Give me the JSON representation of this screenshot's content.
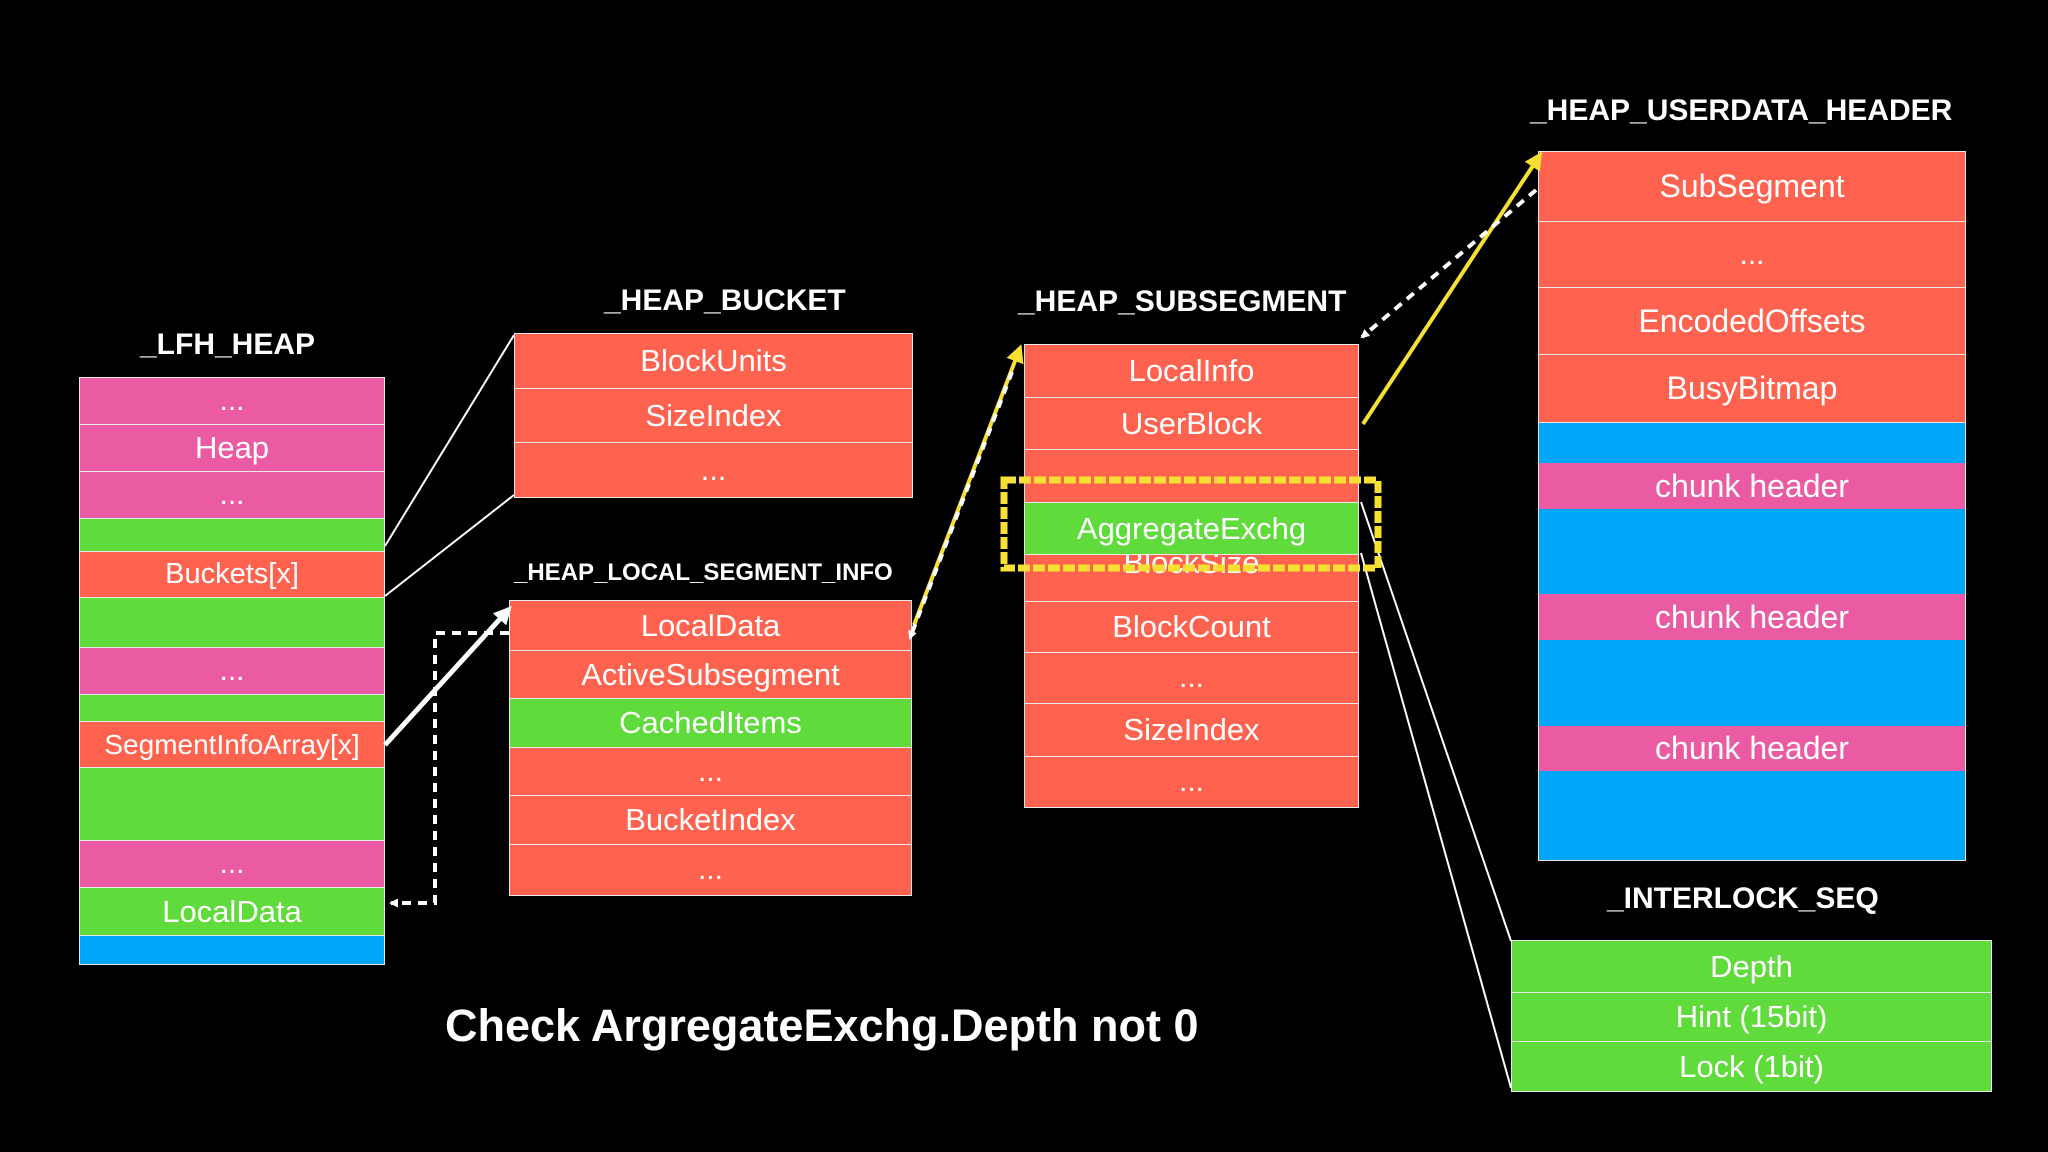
{
  "colors": {
    "red": "#ff634f",
    "pink": "#ea5ba3",
    "green": "#5fdb3c",
    "blue": "#00a6f7",
    "yellow": "#f7e034",
    "white": "#ffffff",
    "background": "#000000"
  },
  "lfh_heap": {
    "title": "_LFH_HEAP",
    "cells": [
      {
        "text": "...",
        "color": "pink"
      },
      {
        "text": "Heap",
        "color": "pink"
      },
      {
        "text": "...",
        "color": "pink"
      },
      {
        "text": "",
        "color": "green"
      },
      {
        "text": "Buckets[x]",
        "color": "red"
      },
      {
        "text": "",
        "color": "green"
      },
      {
        "text": "...",
        "color": "pink"
      },
      {
        "text": "",
        "color": "green"
      },
      {
        "text": "SegmentInfoArray[x]",
        "color": "red"
      },
      {
        "text": "",
        "color": "green"
      },
      {
        "text": "...",
        "color": "pink"
      },
      {
        "text": "LocalData",
        "color": "green"
      },
      {
        "text": "",
        "color": "blue"
      }
    ]
  },
  "heap_bucket": {
    "title": "_HEAP_BUCKET",
    "cells": [
      {
        "text": "BlockUnits",
        "color": "red"
      },
      {
        "text": "SizeIndex",
        "color": "red"
      },
      {
        "text": "...",
        "color": "red"
      }
    ]
  },
  "local_segment_info": {
    "title": "_HEAP_LOCAL_SEGMENT_INFO",
    "cells": [
      {
        "text": "LocalData",
        "color": "red"
      },
      {
        "text": "ActiveSubsegment",
        "color": "red"
      },
      {
        "text": "CachedItems",
        "color": "green"
      },
      {
        "text": "...",
        "color": "red"
      },
      {
        "text": "BucketIndex",
        "color": "red"
      },
      {
        "text": "...",
        "color": "red"
      }
    ]
  },
  "heap_subsegment": {
    "title": "_HEAP_SUBSEGMENT",
    "cells": [
      {
        "text": "LocalInfo",
        "color": "red"
      },
      {
        "text": "UserBlock",
        "color": "red"
      },
      {
        "text": "",
        "color": "red"
      },
      {
        "text": "AggregateExchg",
        "color": "green"
      },
      {
        "text": "BlockSize",
        "color": "red"
      },
      {
        "text": "BlockCount",
        "color": "red"
      },
      {
        "text": "...",
        "color": "red"
      },
      {
        "text": "SizeIndex",
        "color": "red"
      },
      {
        "text": "...",
        "color": "red"
      }
    ]
  },
  "userdata_header": {
    "title": "_HEAP_USERDATA_HEADER",
    "cells": [
      {
        "text": "SubSegment",
        "color": "red"
      },
      {
        "text": "...",
        "color": "red"
      },
      {
        "text": "EncodedOffsets",
        "color": "red"
      },
      {
        "text": "BusyBitmap",
        "color": "red"
      },
      {
        "text": "",
        "color": "blue"
      },
      {
        "text": "chunk header",
        "color": "pink"
      },
      {
        "text": "",
        "color": "blue"
      },
      {
        "text": "chunk header",
        "color": "pink"
      },
      {
        "text": "",
        "color": "blue"
      },
      {
        "text": "chunk header",
        "color": "pink"
      },
      {
        "text": "",
        "color": "blue"
      }
    ]
  },
  "interlock_seq": {
    "title": "_INTERLOCK_SEQ",
    "cells": [
      {
        "text": "Depth",
        "color": "green"
      },
      {
        "text": "Hint (15bit)",
        "color": "green"
      },
      {
        "text": "Lock (1bit)",
        "color": "green"
      }
    ]
  },
  "caption": "Check ArgregateExchg.Depth not 0"
}
